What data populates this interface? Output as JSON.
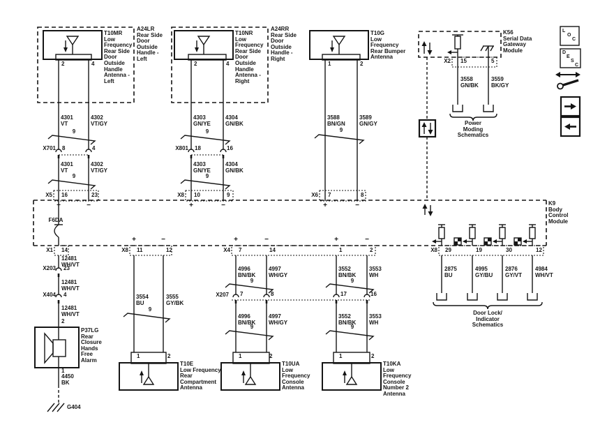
{
  "palette": {
    "ink": "#151515",
    "bg": "#ffffff"
  },
  "shared": {
    "twist_label": "9",
    "plus": "+",
    "minus": "−"
  },
  "toolbar": {
    "loc": "LOC",
    "desc": "DESC"
  },
  "gateway": {
    "name": "K56\nSerial Data\nGateway\nModule",
    "conn": "X2",
    "pin_a": "15",
    "pin_b": "5",
    "wire_a": "3558\nGN/BK",
    "wire_b": "3559\nBK/GY",
    "ref": "Power\nModing\nSchematics"
  },
  "bcm": {
    "name": "K9\nBody\nControl\nModule",
    "fuse": "F6DA",
    "alarm_out": {
      "conn": "X1",
      "pin": "14",
      "wire": "12481\nWH/VT",
      "inline1_name": "X203",
      "inline1_pin": "23",
      "inline2_name": "X404",
      "inline2_pin": "4"
    },
    "lock_out": {
      "conn": "X8",
      "pins": [
        "29",
        "19",
        "30",
        "12"
      ],
      "wires": [
        "2875\nBU",
        "4995\nGY/BU",
        "2876\nGY/VT",
        "4984\nWH/VT"
      ],
      "ref": "Door Lock/\nIndicator\nSchematics"
    }
  },
  "alarm": {
    "device": "P37LG\nRear\nClosure\nHands\nFree\nAlarm",
    "pin_top": "2",
    "pin_bottom": "1",
    "wire": "4450\nBK",
    "ground": "G404"
  },
  "ant1": {
    "device": "T10MR\nLow\nFrequency\nRear Side\nDoor\nOutside\nHandle\nAntenna -\nLeft",
    "housing": "A24LR\nRear Side\nDoor\nOutside\nHandle -\nLeft",
    "pin_a": "2",
    "pin_b": "4",
    "wire_a": "4301\nVT",
    "wire_b": "4302\nVT/GY",
    "inline_name": "X701",
    "inline_pin_a": "8",
    "inline_pin_b": "4",
    "conn": "X5",
    "conn_pin_a": "16",
    "conn_pin_b": "23"
  },
  "ant2": {
    "device": "T10NR\nLow\nFrequency\nRear Side\nDoor\nOutside\nHandle\nAntenna -\nRight",
    "housing": "A24RR\nRear Side\nDoor\nOutside\nHandle -\nRight",
    "pin_a": "2",
    "pin_b": "4",
    "wire_a": "4303\nGN/YE",
    "wire_b": "4304\nGN/BK",
    "inline_name": "X801",
    "inline_pin_a": "18",
    "inline_pin_b": "16",
    "conn": "X8",
    "conn_pin_a": "10",
    "conn_pin_b": "9"
  },
  "ant3": {
    "device": "T10G\nLow\nFrequency\nRear Bumper\nAntenna",
    "pin_a": "1",
    "pin_b": "2",
    "wire_a": "3588\nBN/GN",
    "wire_b": "3589\nGN/GY",
    "conn": "X6",
    "conn_pin_a": "7",
    "conn_pin_b": "8"
  },
  "ant4": {
    "device": "T10E\nLow Frequency\nRear\nCompartment\nAntenna",
    "conn": "X8",
    "conn_pin_a": "11",
    "conn_pin_b": "12",
    "wire_a": "3554\nBU",
    "wire_b": "3555\nGY/BK",
    "pin_a": "1",
    "pin_b": "2"
  },
  "ant5": {
    "device": "T10UA\nLow\nFrequency\nConsole\nAntenna",
    "conn": "X4",
    "conn_pin_a": "7",
    "conn_pin_b": "14",
    "wire_a": "4996\nBN/BK",
    "wire_b": "4997\nWH/GY",
    "inline_name": "X207",
    "inline_pin_a": "7",
    "inline_pin_b": "8",
    "pin_a": "1",
    "pin_b": "2"
  },
  "ant6": {
    "device": "T10KA\nLow\nFrequency\nConsole\nNumber 2\nAntenna",
    "conn_pin_a": "1",
    "conn_pin_b": "2",
    "wire_a": "3552\nBN/BK",
    "wire_b": "3553\nWH",
    "inline_pin_a": "17",
    "inline_pin_b": "16",
    "pin_a": "1",
    "pin_b": "2"
  }
}
